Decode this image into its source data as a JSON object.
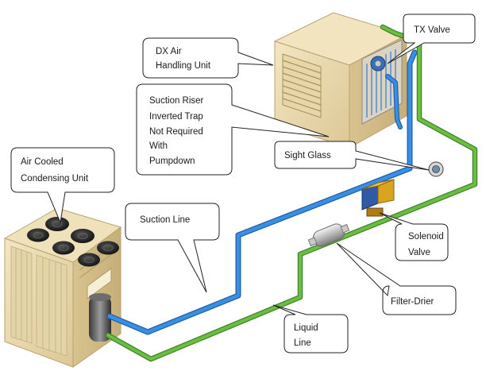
{
  "diagram": {
    "callouts": {
      "dx_air_handling_unit": [
        "DX Air",
        "Handling Unit"
      ],
      "tx_valve": [
        "TX Valve"
      ],
      "suction_riser": [
        "Suction Riser",
        "Inverted Trap",
        "Not Required",
        "With",
        "Pumpdown"
      ],
      "air_cooled_condensing_unit": [
        "Air Cooled",
        "Condensing Unit"
      ],
      "sight_glass": [
        "Sight Glass"
      ],
      "suction_line": [
        "Suction Line"
      ],
      "solenoid_valve": [
        "Solenoid",
        "Valve"
      ],
      "filter_drier": [
        "Filter-Drier"
      ],
      "liquid_line": [
        "Liquid",
        "Line"
      ]
    },
    "colors": {
      "suction_pipe": "#2e7fd6",
      "liquid_pipe": "#5fae3a",
      "unit_casing": "#ecdcb0",
      "fan": "#2a2a2a",
      "callout_border": "#222222"
    }
  }
}
